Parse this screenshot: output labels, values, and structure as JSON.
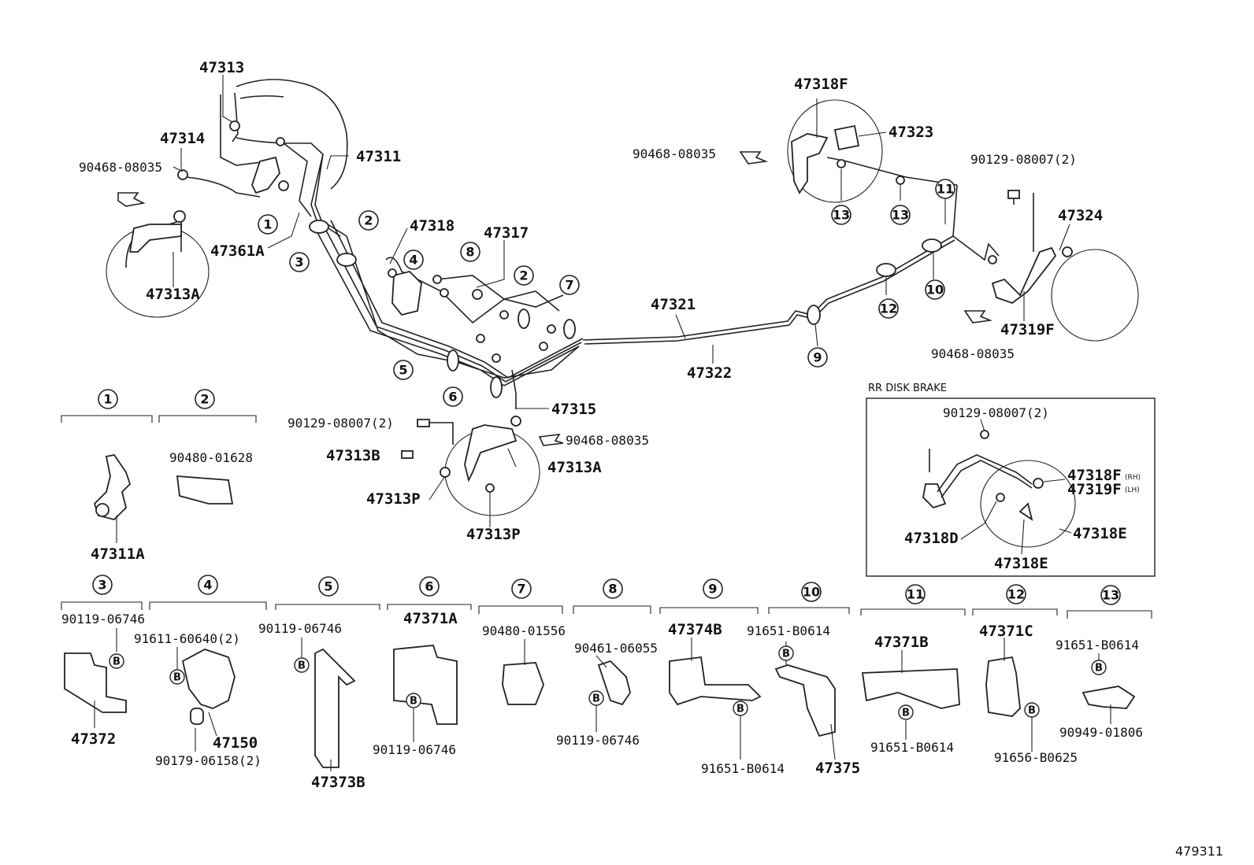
{
  "labels": {
    "p47313": "47313",
    "p47314": "47314",
    "p90468a": "90468-08035",
    "p47311": "47311",
    "p47361A": "47361A",
    "p47313A_tl": "47313A",
    "p47318": "47318",
    "p47317": "47317",
    "p47321": "47321",
    "p47322": "47322",
    "p47315": "47315",
    "p90129a": "90129-08007(2)",
    "p90468b": "90468-08035",
    "p47313B": "47313B",
    "p47313A_c": "47313A",
    "p47313P_a": "47313P",
    "p47313P_b": "47313P",
    "p47318F": "47318F",
    "p47323": "47323",
    "p90468c": "90468-08035",
    "p90129b": "90129-08007(2)",
    "p47324": "47324",
    "p47319F": "47319F",
    "p90468d": "90468-08035",
    "rr_title": "RR DISK BRAKE",
    "rr_90129": "90129-08007(2)",
    "rr_47318F": "47318F",
    "rr_rh": "(RH)",
    "rr_47319F": "47319F",
    "rr_lh": "(LH)",
    "rr_47318D": "47318D",
    "rr_47318E_a": "47318E",
    "rr_47318E_b": "47318E",
    "g1_part": "47311A",
    "g2_part": "90480-01628",
    "g3_a": "90119-06746",
    "g3_b": "47372",
    "g4_a": "91611-60640(2)",
    "g4_b": "47150",
    "g4_c": "90179-06158(2)",
    "g5_a": "90119-06746",
    "g5_b": "47373B",
    "g6_a": "47371A",
    "g6_b": "90119-06746",
    "g7_a": "90480-01556",
    "g8_a": "90461-06055",
    "g8_b": "90119-06746",
    "g9_a": "47374B",
    "g9_b": "91651-B0614",
    "g10_a": "91651-B0614",
    "g10_b": "47375",
    "g11_a": "47371B",
    "g11_b": "91651-B0614",
    "g12_a": "47371C",
    "g12_b": "91656-B0625",
    "g13_a": "91651-B0614",
    "g13_b": "90949-01806",
    "diagram_id": "479311"
  },
  "callouts": {
    "c1": "1",
    "c2": "2",
    "c3": "3",
    "c4": "4",
    "c5": "5",
    "c6": "6",
    "c7": "7",
    "c8": "8",
    "c9": "9",
    "c10": "10",
    "c11": "11",
    "c12": "12",
    "c13": "13",
    "b": "B"
  }
}
